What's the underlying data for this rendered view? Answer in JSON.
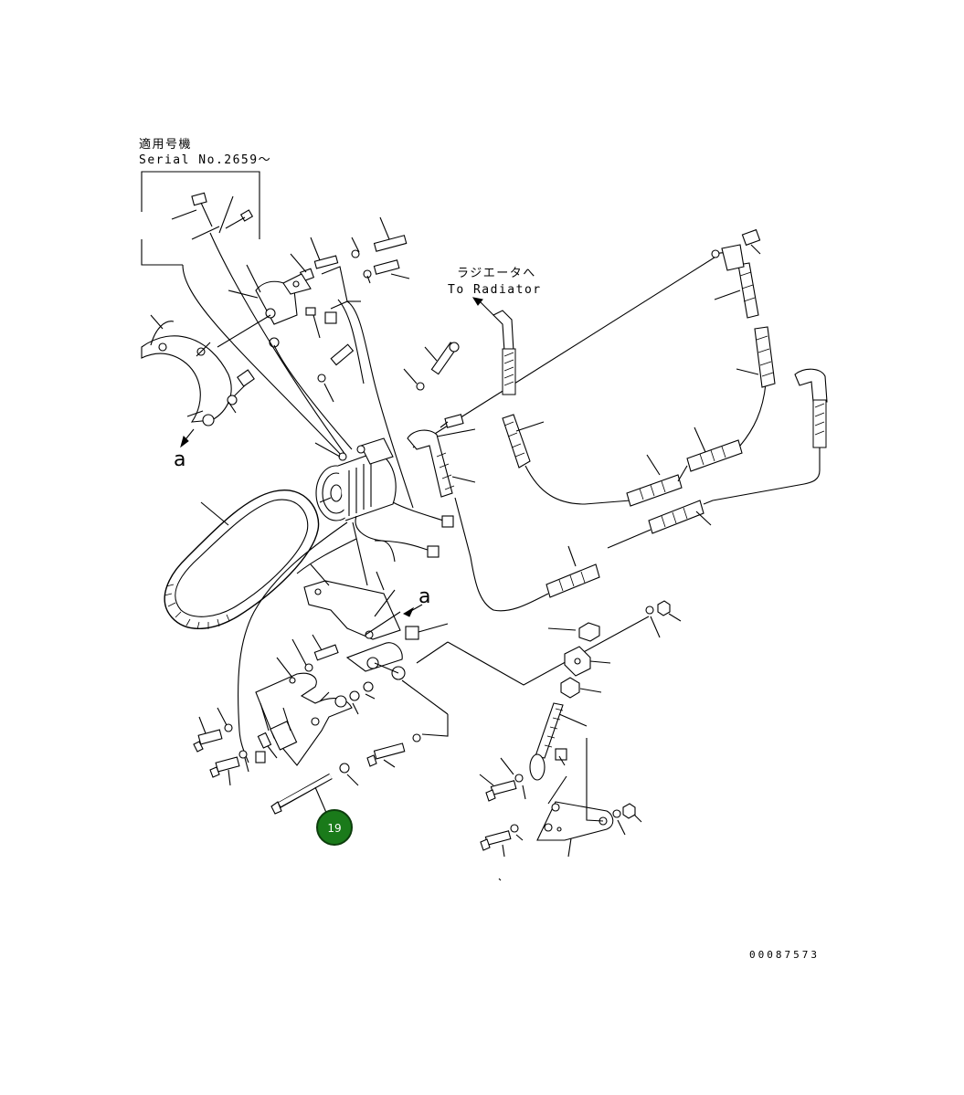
{
  "diagram": {
    "serial_note_jp": "適用号機",
    "serial_note_en": "Serial No.2659〜",
    "radiator_jp": "ラジエータへ",
    "radiator_en": "To Radiator",
    "view_label": "a",
    "doc_number": "00087573",
    "callouts": [
      {
        "number": "19",
        "color": "#1a7a1a"
      }
    ]
  }
}
